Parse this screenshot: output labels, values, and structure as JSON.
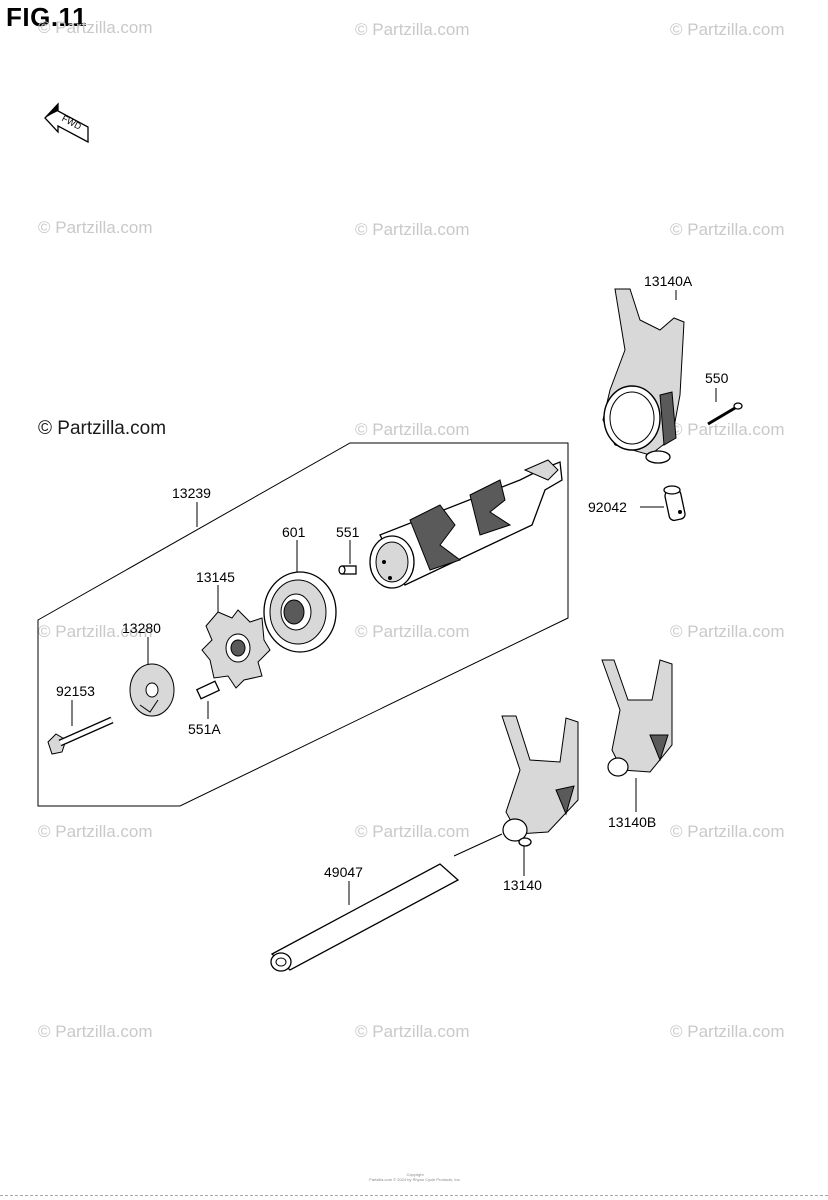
{
  "figure": {
    "title": "FIG.11"
  },
  "watermark": {
    "text": "© Partzilla.com"
  },
  "fwd_label": "FWD",
  "parts": {
    "p13140A": "13140A",
    "p550": "550",
    "p92042": "92042",
    "p13239": "13239",
    "p601": "601",
    "p551": "551",
    "p13145": "13145",
    "p13280": "13280",
    "p92153": "92153",
    "p551A": "551A",
    "p13140B": "13140B",
    "p13140": "13140",
    "p49047": "49047"
  },
  "footer": {
    "line1": "Copyright",
    "line2": "Partzilla.com © 2024 by Rhyno Cycle Products, Inc."
  }
}
